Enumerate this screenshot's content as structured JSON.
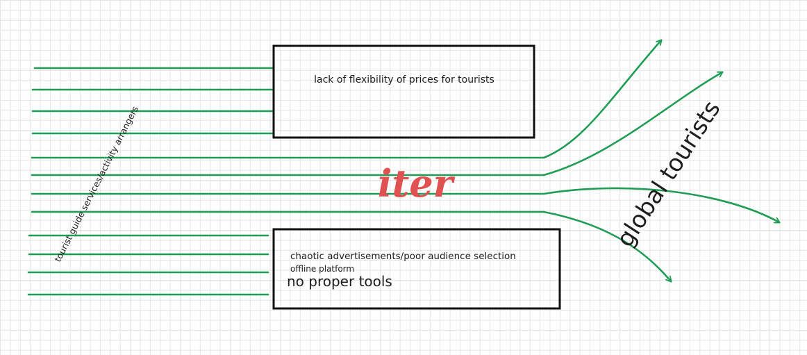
{
  "diagram": {
    "colors": {
      "flow_line": "#1f9d55",
      "box_border": "#111111",
      "brand": "#e05252",
      "text": "#1e1e1e",
      "grid": "#e4e4e4"
    },
    "brand_name": "iter",
    "left_label": "tourist guide services/activity arrangers",
    "right_label": "global tourists",
    "top_box": {
      "text": "lack of flexibility of prices for tourists"
    },
    "bottom_box": {
      "line1": "chaotic advertisements/poor audience selection",
      "line2": "offline platform",
      "line3": "no proper tools"
    }
  }
}
